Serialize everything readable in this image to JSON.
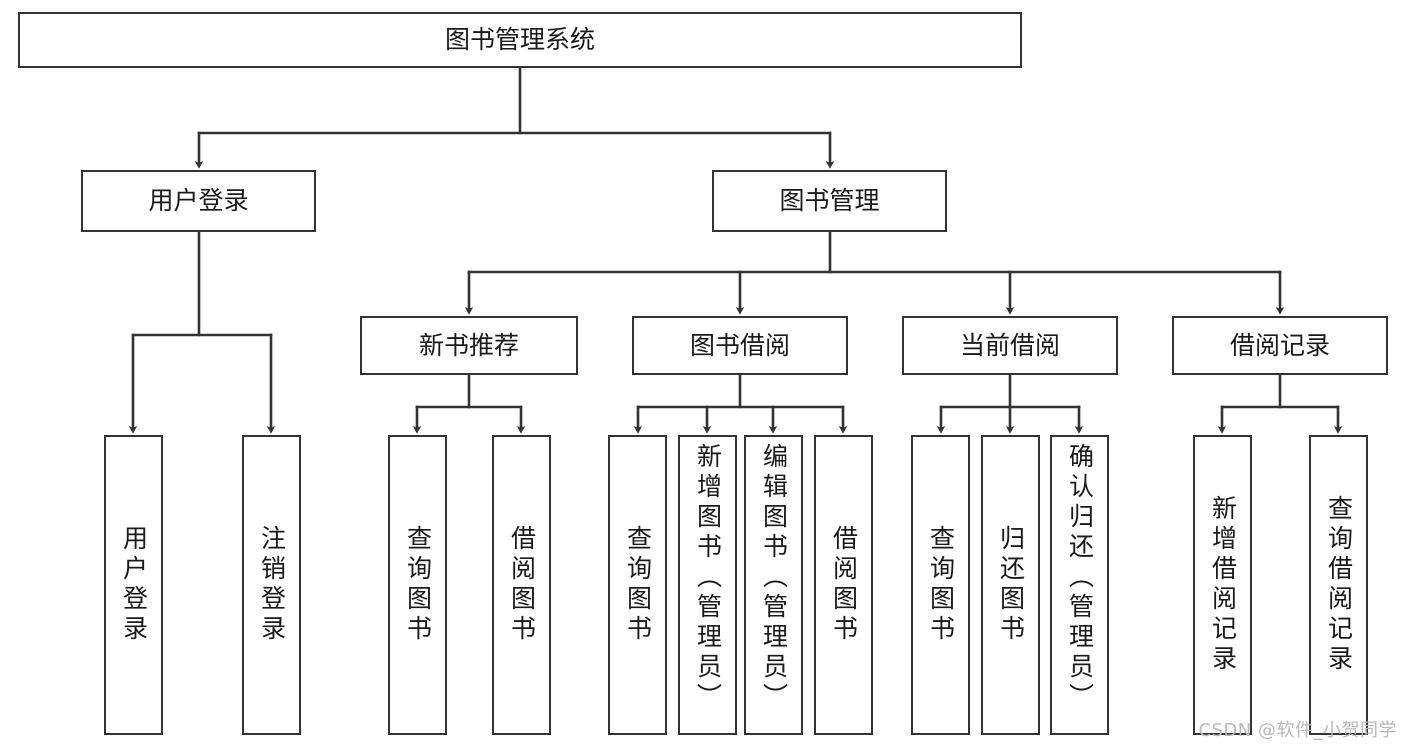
{
  "diagram": {
    "type": "tree",
    "title": "图书管理系统",
    "watermark": "CSDN @软件_小贺同学",
    "colors": {
      "box_border": "#333333",
      "box_fill": "#ffffff",
      "connector": "#333333",
      "text": "#1a1a1a",
      "watermark": "#b9b9b9"
    },
    "nodes": {
      "root": {
        "label": "图书管理系统"
      },
      "level2": [
        {
          "label": "用户登录"
        },
        {
          "label": "图书管理"
        }
      ],
      "level3": [
        {
          "label": "新书推荐"
        },
        {
          "label": "图书借阅"
        },
        {
          "label": "当前借阅"
        },
        {
          "label": "借阅记录"
        }
      ],
      "leaves_user_login": [
        {
          "label": "用户登录"
        },
        {
          "label": "注销登录"
        }
      ],
      "leaves_new_book": [
        {
          "label": "查询图书"
        },
        {
          "label": "借阅图书"
        }
      ],
      "leaves_borrow": [
        {
          "label": "查询图书"
        },
        {
          "label": "新增图书（管理员）"
        },
        {
          "label": "编辑图书（管理员）"
        },
        {
          "label": "借阅图书"
        }
      ],
      "leaves_current": [
        {
          "label": "查询图书"
        },
        {
          "label": "归还图书"
        },
        {
          "label": "确认归还（管理员）"
        }
      ],
      "leaves_records": [
        {
          "label": "新增借阅记录"
        },
        {
          "label": "查询借阅记录"
        }
      ]
    }
  }
}
